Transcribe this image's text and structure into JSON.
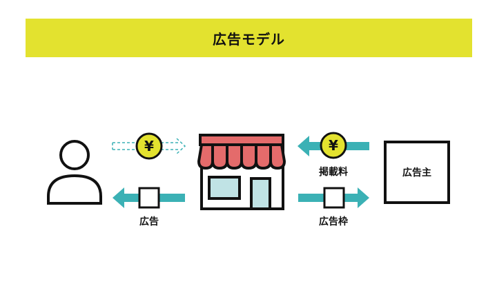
{
  "title": "広告モデル",
  "labels": {
    "advertiser": "広告主",
    "listing_fee": "掲載料",
    "ad": "広告",
    "ad_slot": "広告枠",
    "yen_symbol": "¥"
  },
  "colors": {
    "title_bg": "#e3e22f",
    "arrow": "#3bb1b5",
    "coin": "#e3e22f",
    "awning": "#e46b6b",
    "glass": "#c0e3e5"
  }
}
